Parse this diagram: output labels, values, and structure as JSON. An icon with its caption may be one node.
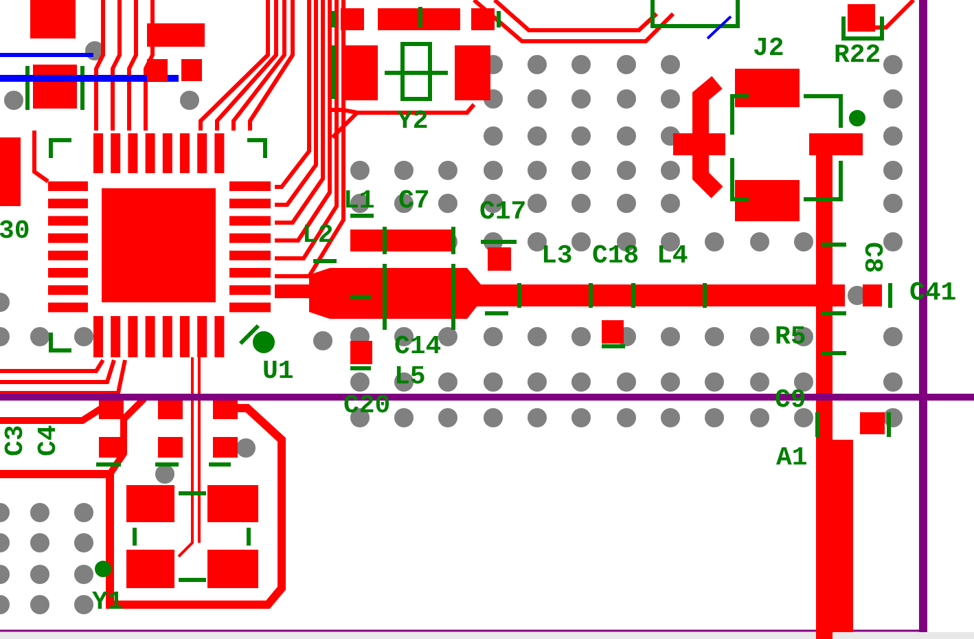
{
  "diagram": {
    "labels": [
      "J2",
      "R22",
      "Y2",
      "L1",
      "C7",
      "C17",
      "30",
      "L2",
      "L3",
      "C18",
      "L4",
      "C8",
      "C41",
      "C14",
      "R5",
      "U1",
      "L5",
      "C20",
      "C9",
      "C3",
      "C4",
      "A1",
      "Y1"
    ]
  }
}
